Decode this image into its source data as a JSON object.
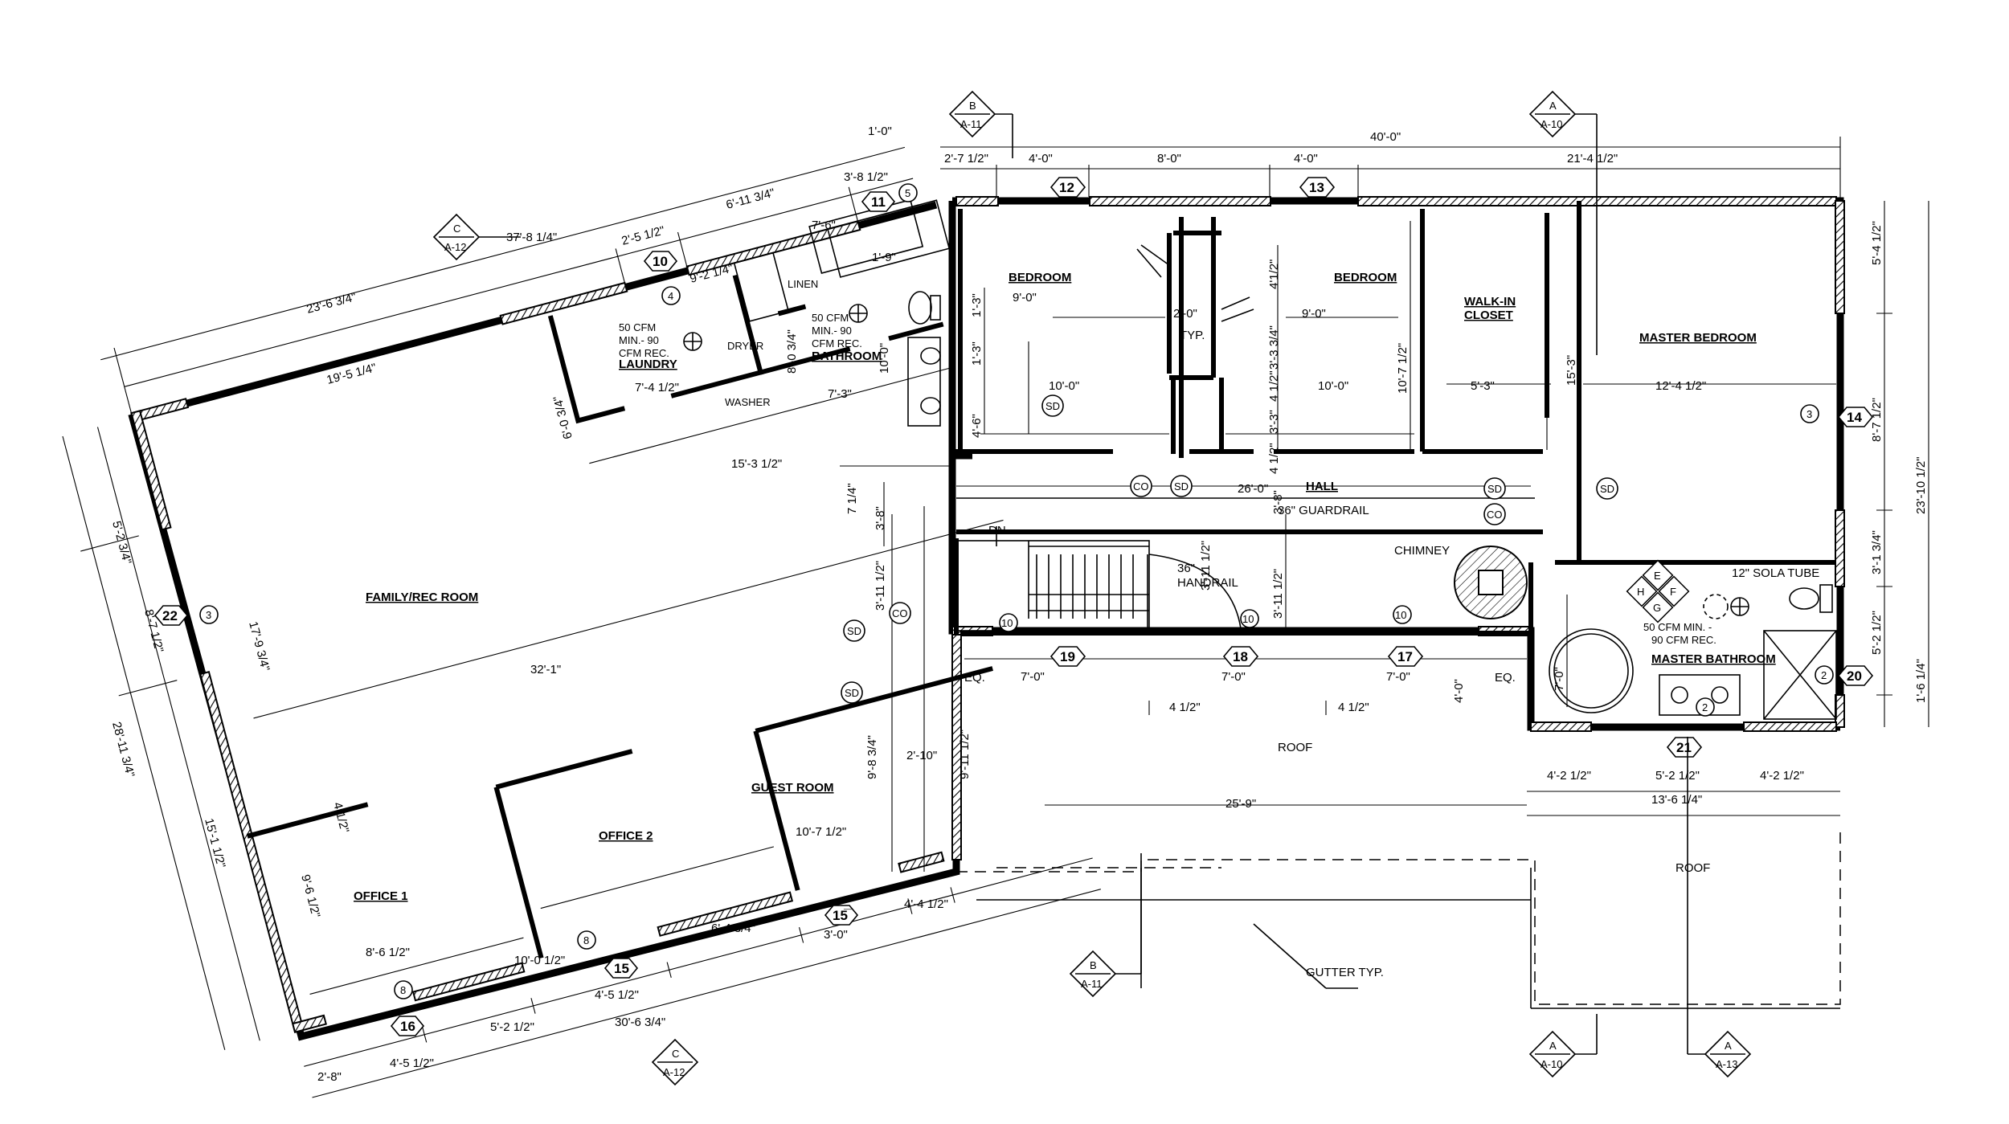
{
  "rooms": {
    "bedroom_1": "BEDROOM",
    "bedroom_2": "BEDROOM",
    "walk_in_closet_1": "WALK-IN",
    "walk_in_closet_2": "CLOSET",
    "master_bedroom": "MASTER BEDROOM",
    "laundry": "LAUNDRY",
    "bathroom": "BATHROOM",
    "hall": "HALL",
    "family_rec_room": "FAMILY/REC ROOM",
    "guest_room": "GUEST ROOM",
    "office_1": "OFFICE 1",
    "office_2": "OFFICE 2",
    "master_bathroom": "MASTER BATHROOM"
  },
  "fixtures": {
    "dryer": "DRYER",
    "washer": "WASHER",
    "linen": "LINEN",
    "chimney": "CHIMNEY",
    "dn": "DN",
    "handrail_1": "36\"",
    "handrail_2": "HANDRAIL",
    "guardrail": "36\" GUARDRAIL",
    "typ": "TYP.",
    "sola_tube": "12\" SOLA TUBE",
    "roof_1": "ROOF",
    "roof_2": "ROOF",
    "gutter": "GUTTER TYP.",
    "eq_1": "EQ.",
    "eq_2": "EQ."
  },
  "notes": {
    "laundry_fan_1": "50 CFM",
    "laundry_fan_2": "MIN.- 90",
    "laundry_fan_3": "CFM REC.",
    "bath_fan_1": "50 CFM",
    "bath_fan_2": "MIN.- 90",
    "bath_fan_3": "CFM REC.",
    "mbath_fan_1": "50 CFM MIN. -",
    "mbath_fan_2": "90 CFM REC."
  },
  "symbols": {
    "sd": "SD",
    "co": "CO",
    "diamond_e": "E",
    "diamond_f": "F",
    "diamond_g": "G",
    "diamond_h": "H"
  },
  "window_tags": [
    "12",
    "13",
    "14",
    "11",
    "10",
    "22",
    "19",
    "18",
    "17",
    "20",
    "21",
    "15",
    "16",
    "15̅"
  ],
  "plain_tags": [
    "5",
    "4",
    "3",
    "3",
    "10",
    "10",
    "10",
    "8",
    "8",
    "2",
    "2",
    "2"
  ],
  "section_marks": [
    {
      "letter": "B",
      "sheet": "A-11"
    },
    {
      "letter": "A",
      "sheet": "A-10"
    },
    {
      "letter": "C",
      "sheet": "A-12"
    },
    {
      "letter": "B",
      "sheet": "A-11"
    },
    {
      "letter": "C",
      "sheet": "A-12"
    },
    {
      "letter": "A",
      "sheet": "A-10"
    },
    {
      "letter": "A",
      "sheet": "A-13"
    }
  ],
  "dimensions": {
    "top_total": "40'-0\"",
    "top_a": "2'-7 1/2\"",
    "top_b": "4'-0\"",
    "top_c": "8'-0\"",
    "top_d": "4'-0\"",
    "top_e": "21'-4 1/2\"",
    "top_1_0": "1'-0\"",
    "top_3_8": "3'-8 1/2\"",
    "top_6_11": "6'-11 3/4\"",
    "top_2_5": "2'-5 1/2\"",
    "top_37_8": "37'-8 1/4\"",
    "top_9_2": "9'-2 1/4\"",
    "top_23_6": "23'-6 3/4\"",
    "top_19_5": "19'-5 1/4\"",
    "laundry_6_0": "6'-0 3/4\"",
    "laundry_7_4": "7'-4 1/2\"",
    "laundry_15_3": "15'-3 1/2\"",
    "bath_8_0": "8'-0 3/4\"",
    "bath_10_0": "10'-0\"",
    "bath_7_3": "7'-3\"",
    "bath_1_9": "1'-9\"",
    "bath_7_6": "7'-6\"",
    "bed1_9_0": "9'-0\"",
    "bed1_10_0": "10'-0\"",
    "bed1_1_3": "1'-3\"",
    "bed1_1_3b": "1'-3\"",
    "bed1_4_6": "4'-6\"",
    "closet_2_0": "2'-0\"",
    "closet_3_3": "3'-3 3/4\"",
    "closet_4_12": "4 1/2\"",
    "closet_4_12b": "4 1/2\"",
    "bed2_4_12": "4'1/2\"",
    "bed2_9_0": "9'-0\"",
    "bed2_10_0": "10'-0\"",
    "bed2_10_7": "10'-7 1/2\"",
    "bed2_3_3": "3'-3\"",
    "wic_5_3": "5'-3\"",
    "mbed_15_3": "15'-3\"",
    "mbed_12_4": "12'-4 1/2\"",
    "right_5_4": "5'-4 1/2\"",
    "right_8_7": "8'-7 1/2\"",
    "right_23_10": "23'-10 1/2\"",
    "right_3_1": "3'-1 3/4\"",
    "right_5_2": "5'-2 1/2\"",
    "right_1_6": "1'-6 1/4\"",
    "hall_26_0": "26'-0\"",
    "hall_3_8": "3'-8\"",
    "hall_3_8b": "3'-8\"",
    "hall_7_14": "7 1/4\"",
    "hall_3_11": "3'-11 1/2\"",
    "hall_3_11b": "3'-11 1/2\"",
    "hall_3_11c": "3'-11 1/2\"",
    "win19_7_0": "7'-0\"",
    "win18_7_0": "7'-0\"",
    "win17_7_0": "7'-0\"",
    "hall_4_12": "4 1/2\"",
    "hall_4_12b": "4 1/2\"",
    "hall_4_0": "4'-0\"",
    "mbath_7_0": "7'-0\"",
    "mbath_4_2": "4'-2 1/2\"",
    "mbath_5_2": "5'-2 1/2\"",
    "mbath_4_2b": "4'-2 1/2\"",
    "mbath_13_6": "13'-6 1/4\"",
    "roof_25_9": "25'-9\"",
    "stair_9_11": "9'-11 1/2\"",
    "stair_2_10": "2'-10\"",
    "guest_9_8": "9'-8 3/4\"",
    "guest_10_7": "10'-7 1/2\"",
    "family_32_1": "32'-1\"",
    "family_17_9": "17'-9 3/4\"",
    "left_5_2": "5'-2 3/4\"",
    "left_8_7": "8'-7 1/2\"",
    "left_28_11": "28'-11 3/4\"",
    "left_15_1": "15'-1 1/2\"",
    "off1_4_12": "4 1/2\"",
    "off1_9_6": "9'-6 1/2\"",
    "off1_8_6": "8'-6 1/2\"",
    "off2_10_0": "10'-0 1/2\"",
    "bot_2_8": "2'-8\"",
    "bot_4_5": "4'-5 1/2\"",
    "bot_5_2": "5'-2 1/2\"",
    "bot_4_5b": "4'-5 1/2\"",
    "bot_30_6": "30'-6 3/4\"",
    "bot_6_4": "6'-4 3/4\"",
    "bot_3_0": "3'-0\"",
    "bot_4_4": "4'-4 1/2\""
  }
}
